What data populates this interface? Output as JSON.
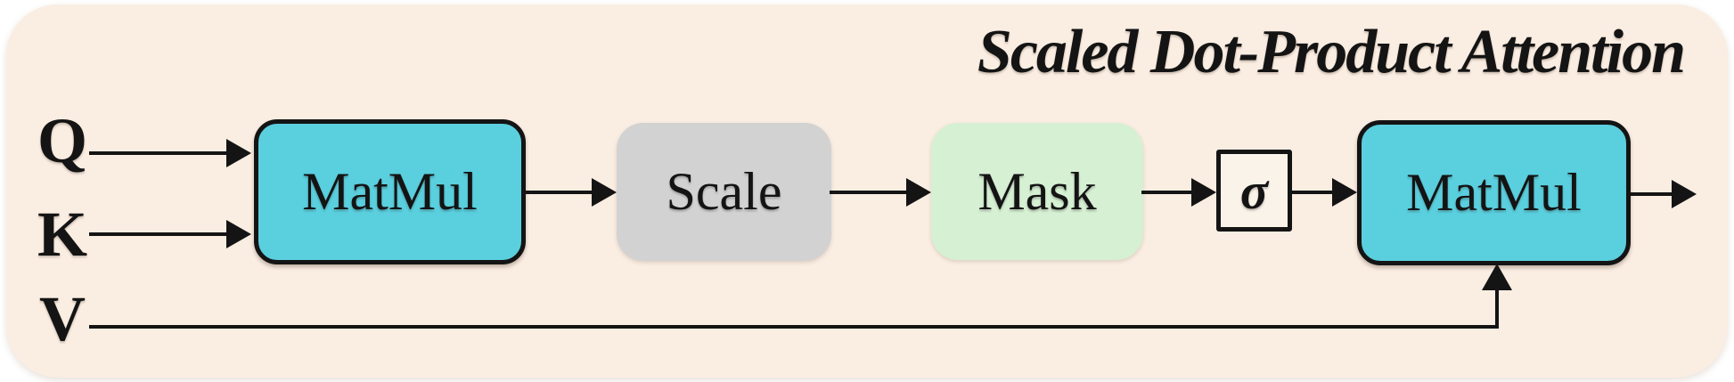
{
  "diagram": {
    "title": "Scaled Dot-Product Attention",
    "inputs": {
      "q": "Q",
      "k": "K",
      "v": "V"
    },
    "nodes": {
      "matmul1": {
        "label": "MatMul",
        "fill": "#5ACFDE"
      },
      "scale": {
        "label": "Scale",
        "fill": "#D2D2D2"
      },
      "mask": {
        "label": "Mask",
        "fill": "#D6F0D3"
      },
      "sigma": {
        "label": "σ",
        "fill": "#FAF3E9"
      },
      "matmul2": {
        "label": "MatMul",
        "fill": "#5ACFDE"
      }
    },
    "colors": {
      "panel_background": "#FAEDE2",
      "line": "#141414",
      "text": "#141414"
    }
  }
}
